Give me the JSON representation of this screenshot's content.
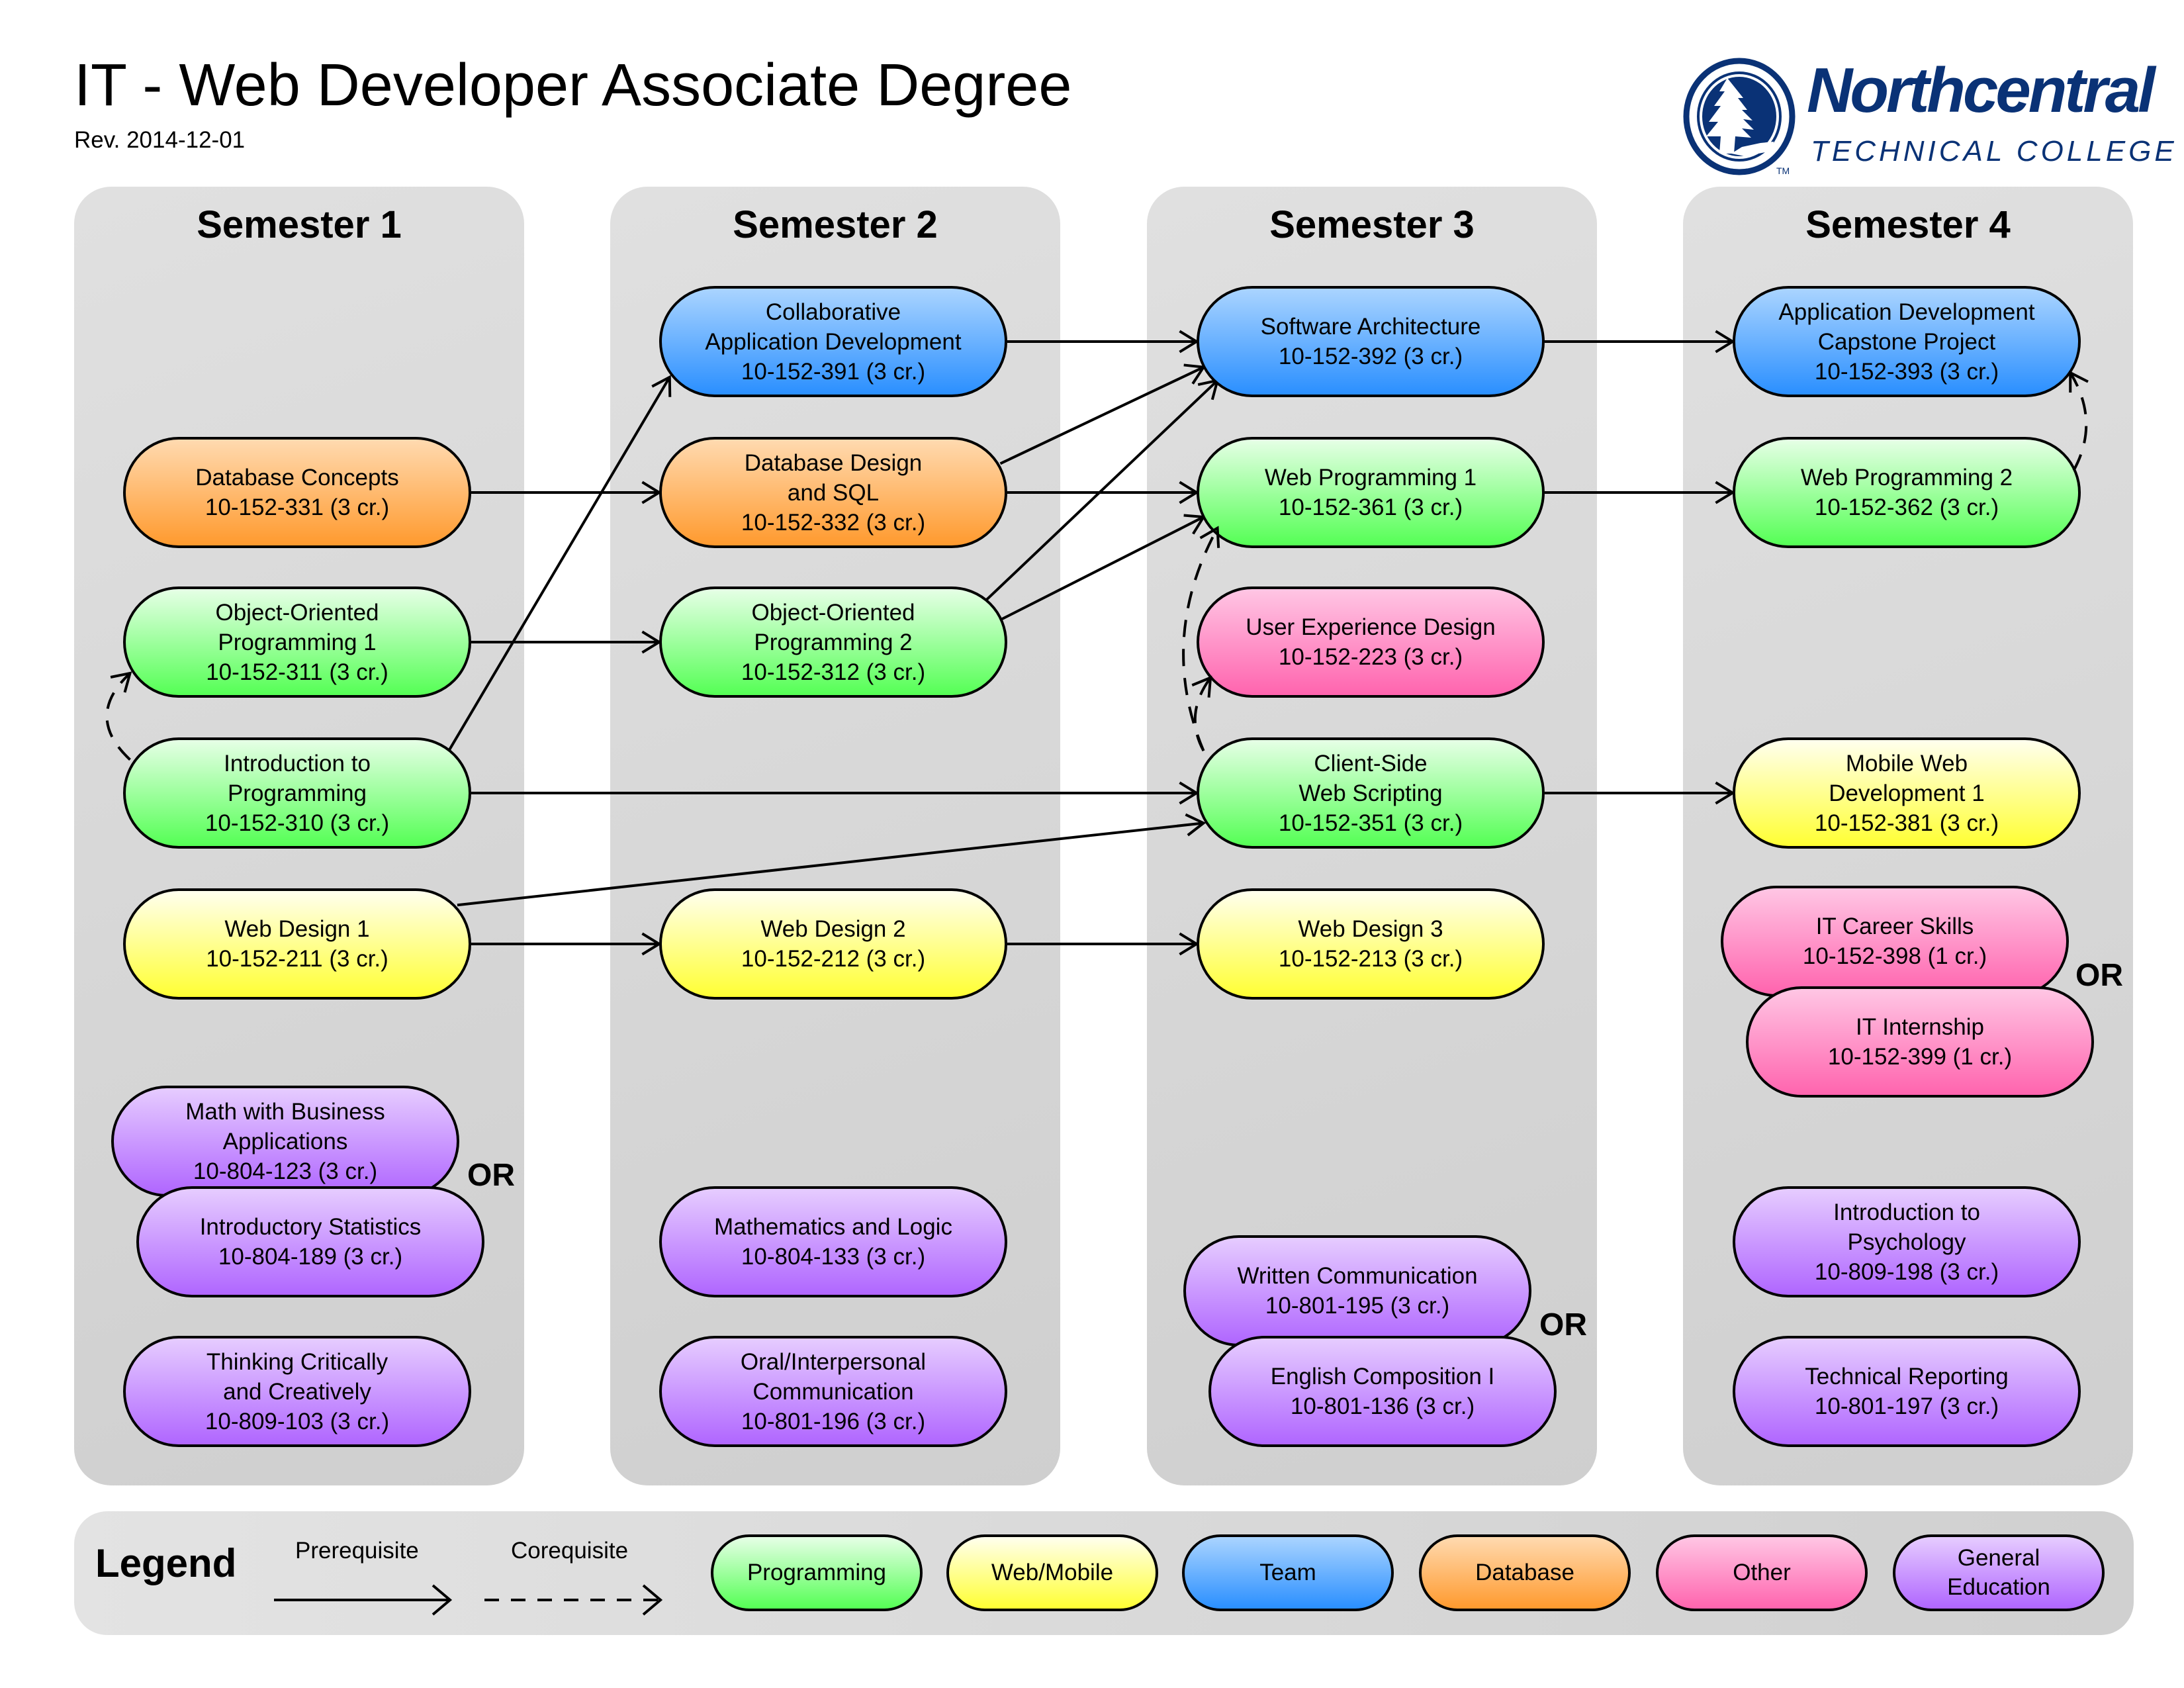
{
  "header": {
    "title": "IT - Web Developer Associate Degree",
    "revision": "Rev. 2014-12-01"
  },
  "logo": {
    "name": "Northcentral",
    "subtitle": "TECHNICAL COLLEGE",
    "trademark": "TM",
    "color": "#0a3276"
  },
  "semesters": [
    {
      "title": "Semester 1"
    },
    {
      "title": "Semester 2"
    },
    {
      "title": "Semester 3"
    },
    {
      "title": "Semester 4"
    }
  ],
  "courses": {
    "db_concepts": {
      "lines": [
        "Database Concepts",
        "10-152-331 (3 cr.)"
      ],
      "category": "Database"
    },
    "oop1": {
      "lines": [
        "Object-Oriented",
        "Programming 1",
        "10-152-311 (3 cr.)"
      ],
      "category": "Programming"
    },
    "intro_prog": {
      "lines": [
        "Introduction to",
        "Programming",
        "10-152-310 (3 cr.)"
      ],
      "category": "Programming"
    },
    "web_design1": {
      "lines": [
        "Web Design 1",
        "10-152-211 (3 cr.)"
      ],
      "category": "Web/Mobile"
    },
    "math_business": {
      "lines": [
        "Math with Business",
        "Applications",
        "10-804-123 (3 cr.)"
      ],
      "category": "General Education"
    },
    "intro_stats": {
      "lines": [
        "Introductory Statistics",
        "10-804-189 (3 cr.)"
      ],
      "category": "General Education"
    },
    "thinking": {
      "lines": [
        "Thinking Critically",
        "and Creatively",
        "10-809-103 (3 cr.)"
      ],
      "category": "General Education"
    },
    "collab_app": {
      "lines": [
        "Collaborative",
        "Application Development",
        "10-152-391 (3 cr.)"
      ],
      "category": "Team"
    },
    "db_design": {
      "lines": [
        "Database Design",
        "and SQL",
        "10-152-332 (3 cr.)"
      ],
      "category": "Database"
    },
    "oop2": {
      "lines": [
        "Object-Oriented",
        "Programming 2",
        "10-152-312 (3 cr.)"
      ],
      "category": "Programming"
    },
    "web_design2": {
      "lines": [
        "Web Design 2",
        "10-152-212 (3 cr.)"
      ],
      "category": "Web/Mobile"
    },
    "math_logic": {
      "lines": [
        "Mathematics and Logic",
        "10-804-133 (3 cr.)"
      ],
      "category": "General Education"
    },
    "oral_comm": {
      "lines": [
        "Oral/Interpersonal",
        "Communication",
        "10-801-196 (3 cr.)"
      ],
      "category": "General Education"
    },
    "sw_arch": {
      "lines": [
        "Software Architecture",
        "10-152-392 (3 cr.)"
      ],
      "category": "Team"
    },
    "web_prog1": {
      "lines": [
        "Web Programming 1",
        "10-152-361 (3 cr.)"
      ],
      "category": "Programming"
    },
    "ux_design": {
      "lines": [
        "User Experience Design",
        "10-152-223 (3 cr.)"
      ],
      "category": "Other"
    },
    "client_side": {
      "lines": [
        "Client-Side",
        "Web Scripting",
        "10-152-351 (3 cr.)"
      ],
      "category": "Programming"
    },
    "web_design3": {
      "lines": [
        "Web Design 3",
        "10-152-213 (3 cr.)"
      ],
      "category": "Web/Mobile"
    },
    "written_comm": {
      "lines": [
        "Written Communication",
        "10-801-195 (3 cr.)"
      ],
      "category": "General Education"
    },
    "eng_comp": {
      "lines": [
        "English Composition I",
        "10-801-136 (3 cr.)"
      ],
      "category": "General Education"
    },
    "capstone": {
      "lines": [
        "Application Development",
        "Capstone Project",
        "10-152-393 (3 cr.)"
      ],
      "category": "Team"
    },
    "web_prog2": {
      "lines": [
        "Web Programming 2",
        "10-152-362 (3 cr.)"
      ],
      "category": "Programming"
    },
    "mobile_web": {
      "lines": [
        "Mobile Web",
        "Development 1",
        "10-152-381 (3 cr.)"
      ],
      "category": "Web/Mobile"
    },
    "career_skills": {
      "lines": [
        "IT Career Skills",
        "10-152-398 (1 cr.)"
      ],
      "category": "Other"
    },
    "internship": {
      "lines": [
        "IT Internship",
        "10-152-399 (1 cr.)"
      ],
      "category": "Other"
    },
    "psychology": {
      "lines": [
        "Introduction to",
        "Psychology",
        "10-809-198 (3 cr.)"
      ],
      "category": "General Education"
    },
    "tech_reporting": {
      "lines": [
        "Technical Reporting",
        "10-801-197 (3 cr.)"
      ],
      "category": "General Education"
    }
  },
  "or_label": "OR",
  "relationships": {
    "prerequisite": [
      [
        "db_concepts",
        "db_design"
      ],
      [
        "oop1",
        "oop2"
      ],
      [
        "intro_prog",
        "collab_app"
      ],
      [
        "intro_prog",
        "client_side"
      ],
      [
        "web_design1",
        "web_design2"
      ],
      [
        "web_design1",
        "client_side"
      ],
      [
        "collab_app",
        "sw_arch"
      ],
      [
        "db_design",
        "sw_arch"
      ],
      [
        "db_design",
        "web_prog1"
      ],
      [
        "oop2",
        "sw_arch"
      ],
      [
        "oop2",
        "web_prog1"
      ],
      [
        "web_design2",
        "web_design3"
      ],
      [
        "sw_arch",
        "capstone"
      ],
      [
        "web_prog1",
        "web_prog2"
      ],
      [
        "client_side",
        "mobile_web"
      ]
    ],
    "corequisite": [
      [
        "intro_prog",
        "oop1"
      ],
      [
        "client_side",
        "web_prog1"
      ],
      [
        "client_side",
        "ux_design"
      ],
      [
        "web_prog2",
        "capstone"
      ]
    ]
  },
  "legend": {
    "title": "Legend",
    "prerequisite_label": "Prerequisite",
    "corequisite_label": "Corequisite",
    "categories": [
      {
        "lines": [
          "Programming"
        ],
        "color_top": "#e6ffe6",
        "color_bottom": "#55ff55"
      },
      {
        "lines": [
          "Web/Mobile"
        ],
        "color_top": "#ffffee",
        "color_bottom": "#ffff33"
      },
      {
        "lines": [
          "Team"
        ],
        "color_top": "#aad4ff",
        "color_bottom": "#2a8fff"
      },
      {
        "lines": [
          "Database"
        ],
        "color_top": "#ffdab0",
        "color_bottom": "#ff9a2e"
      },
      {
        "lines": [
          "Other"
        ],
        "color_top": "#ffc6e4",
        "color_bottom": "#ff64ae"
      },
      {
        "lines": [
          "General",
          "Education"
        ],
        "color_top": "#e6ccff",
        "color_bottom": "#b066ff"
      }
    ]
  }
}
